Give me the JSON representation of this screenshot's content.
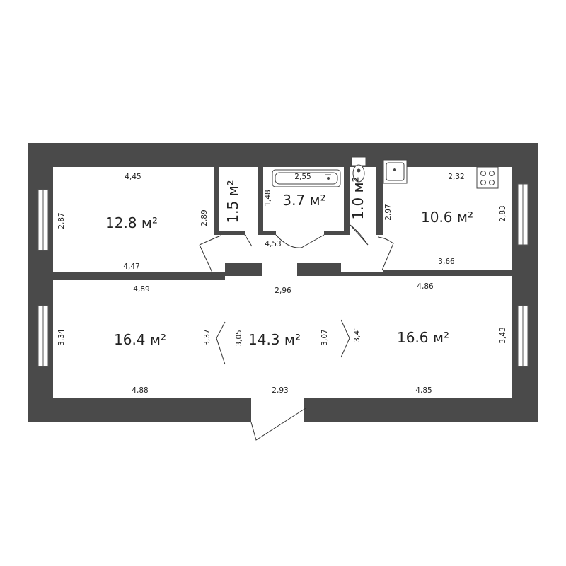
{
  "rooms": [
    {
      "area": "12.8 м²",
      "dims": [
        "4,45",
        "2,87",
        "2,89",
        "4,47"
      ]
    },
    {
      "area": "1.5 м²",
      "dims": []
    },
    {
      "area": "3.7 м²",
      "dims": [
        "2,55",
        "1,48"
      ]
    },
    {
      "area": "1.0 м²",
      "dims": []
    },
    {
      "area": "10.6 м²",
      "dims": [
        "2,32",
        "2,97",
        "2,83",
        "3,66"
      ]
    },
    {
      "area": "16.4 м²",
      "dims": [
        "4,89",
        "3,34",
        "3,37",
        "4,88"
      ]
    },
    {
      "area": "14.3 м²",
      "dims": [
        "2,96",
        "3,05",
        "3,07",
        "2,93"
      ]
    },
    {
      "area": "16.6 м²",
      "dims": [
        "4,86",
        "3,41",
        "3,43",
        "4,85"
      ]
    }
  ],
  "corridor": {
    "dim": "4,53"
  },
  "colors": {
    "wall": "#4a4a4a",
    "background": "#ffffff"
  },
  "icons": [
    "bathtub-icon",
    "toilet-icon",
    "sink-icon",
    "stove-icon"
  ]
}
